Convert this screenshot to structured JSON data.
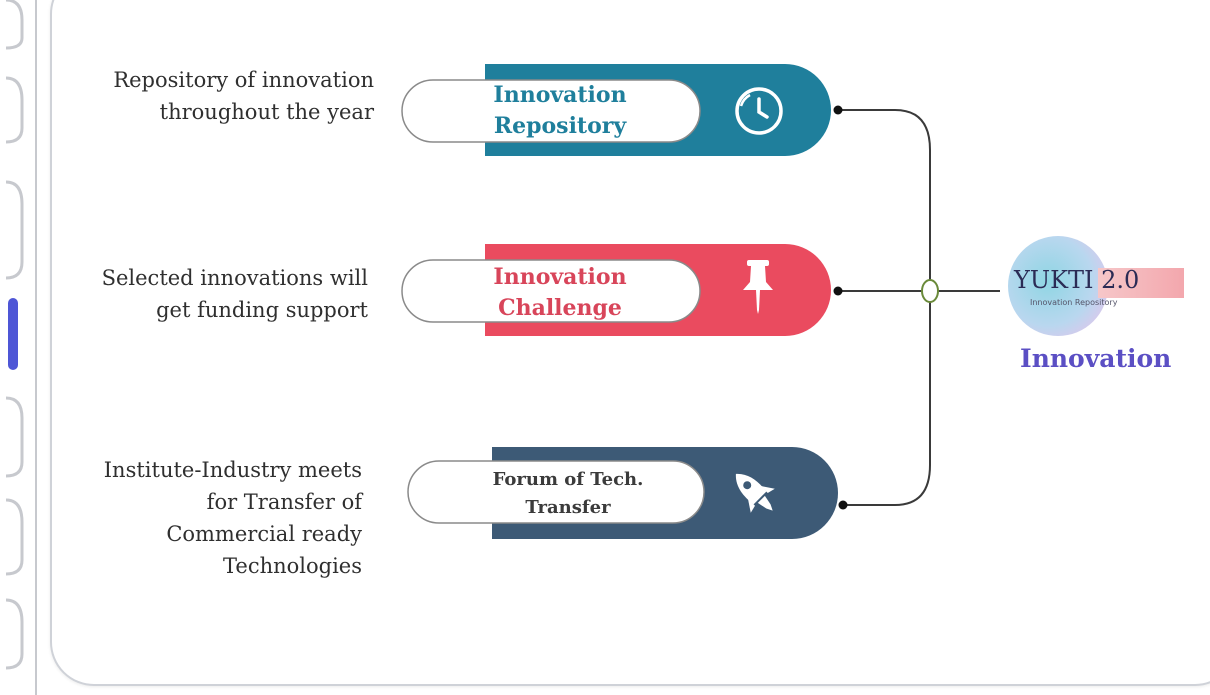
{
  "items": [
    {
      "description": "Repository of innovation\nthroughout the year",
      "label": "Innovation\nRepository",
      "icon": "clock-icon",
      "color": "#1f7f9c",
      "label_color": "#1f7f9c"
    },
    {
      "description": "Selected innovations will\nget funding support",
      "label": "Innovation\nChallenge",
      "icon": "pushpin-icon",
      "color": "#ea4b5f",
      "label_color": "#d8455a"
    },
    {
      "description": "Institute-Industry meets\nfor Transfer of\nCommercial ready\nTechnologies",
      "label": "Forum of Tech.\nTransfer",
      "icon": "rocket-icon",
      "color": "#3d5a76",
      "label_color": "#3b3b3b"
    }
  ],
  "logo": {
    "name": "YUKTI 2.0",
    "subtitle": "Innovation Repository",
    "caption": "Innovation"
  },
  "colors": {
    "connector": "#3a3a3a",
    "node_fill": "#ffffff",
    "node_stroke": "#6a8a3a",
    "caption": "#5b4fc4"
  }
}
